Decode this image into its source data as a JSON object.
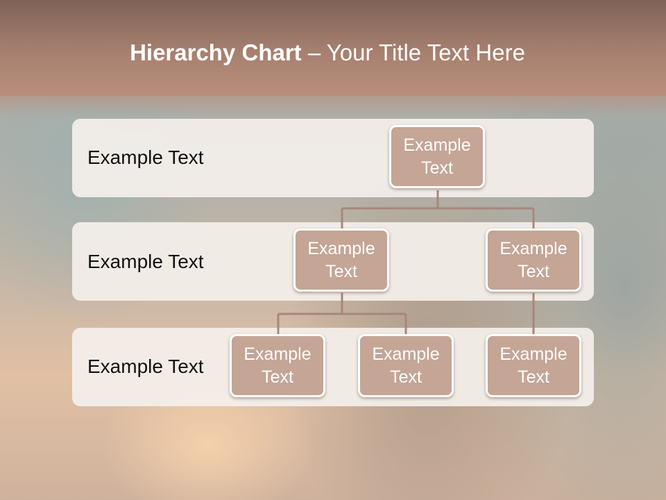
{
  "title": {
    "bold": "Hierarchy Chart",
    "rest": " – Your Title Text Here"
  },
  "levels": [
    {
      "label": "Example Text"
    },
    {
      "label": "Example Text"
    },
    {
      "label": "Example Text"
    }
  ],
  "nodes": {
    "root": "Example Text",
    "mid_left": "Example Text",
    "mid_right": "Example Text",
    "leaf_1": "Example Text",
    "leaf_2": "Example Text",
    "leaf_3": "Example Text"
  },
  "colors": {
    "node_fill": "#c4a596",
    "connector": "#a6877a",
    "title_bar": "#a7806f"
  }
}
